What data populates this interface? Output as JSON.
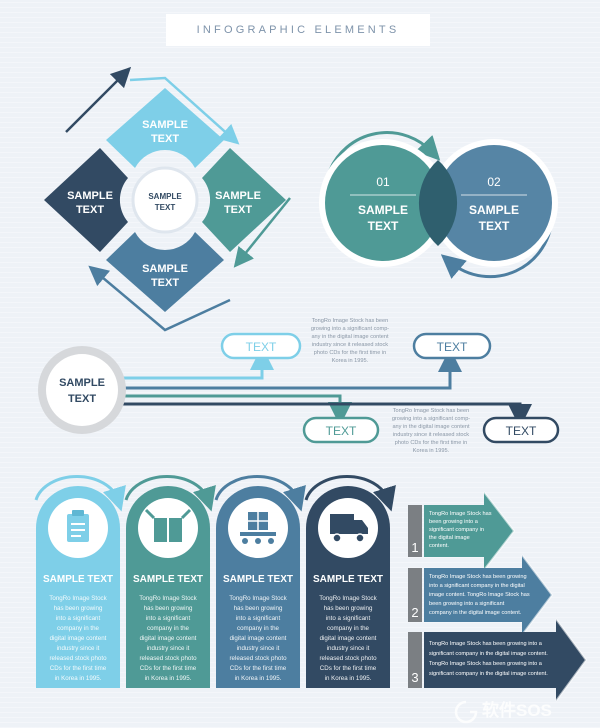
{
  "header": {
    "title": "INFOGRAPHIC ELEMENTS"
  },
  "diamond": {
    "top": [
      "SAMPLE",
      "TEXT"
    ],
    "left": [
      "SAMPLE",
      "TEXT"
    ],
    "right": [
      "SAMPLE",
      "TEXT"
    ],
    "bottom": [
      "SAMPLE",
      "TEXT"
    ],
    "center": [
      "SAMPLE",
      "TEXT"
    ]
  },
  "venn": {
    "left": {
      "number": "01",
      "label": [
        "SAMPLE",
        "TEXT"
      ]
    },
    "right": {
      "number": "02",
      "label": [
        "SAMPLE",
        "TEXT"
      ]
    }
  },
  "flow": {
    "origin": [
      "SAMPLE",
      "TEXT"
    ],
    "tags": [
      "TEXT",
      "TEXT",
      "TEXT",
      "TEXT"
    ],
    "paragraph_top": [
      "TongRo Image Stock has been",
      "growing into a significant comp-",
      "any in the digital image content",
      "industry since it released stock",
      "photo CDs for the first time in",
      "Korea in 1995."
    ],
    "paragraph_bottom": [
      "TongRo Image Stock has been",
      "growing into a significant comp-",
      "any in the digital image content",
      "industry since it released stock",
      "photo CDs for the first time in",
      "Korea in 1995."
    ]
  },
  "cards": [
    {
      "title": "SAMPLE TEXT",
      "icon": "clipboard-icon",
      "body": [
        "TongRo Image Stock",
        "has been growing",
        "into a significant",
        "company in the",
        "digital image content",
        "industry since it",
        "released stock photo",
        "CDs for the first time",
        "in Korea in 1995."
      ]
    },
    {
      "title": "SAMPLE TEXT",
      "icon": "box-icon",
      "body": [
        "TongRo Image Stock",
        "has been growing",
        "into a significant",
        "company in the",
        "digital image content",
        "industry since it",
        "released stock photo",
        "CDs for the first time",
        "in Korea in 1995."
      ]
    },
    {
      "title": "SAMPLE TEXT",
      "icon": "conveyor-icon",
      "body": [
        "TongRo Image Stock",
        "has been growing",
        "into a significant",
        "company in the",
        "digital image content",
        "industry since it",
        "released stock photo",
        "CDs for the first time",
        "in Korea in 1995."
      ]
    },
    {
      "title": "SAMPLE TEXT",
      "icon": "truck-icon",
      "body": [
        "TongRo Image Stock",
        "has been growing",
        "into a significant",
        "company in the",
        "digital image content",
        "industry since it",
        "released stock photo",
        "CDs for the first time",
        "in Korea in 1995."
      ]
    }
  ],
  "steps": [
    {
      "number": "1",
      "text": [
        "TongRo Image Stock has",
        "been growing into a",
        "significant company in",
        "the digital image",
        "content."
      ]
    },
    {
      "number": "2",
      "text": [
        "TongRo Image Stock has been growing",
        "into a significant company in the digital",
        "image content. TongRo Image Stock has",
        "been growing into a significant",
        "company in the digital image content."
      ]
    },
    {
      "number": "3",
      "text": [
        "TongRo Image Stock has been growing into a",
        "significant company in the digital image content.",
        "TongRo Image Stock has been growing into a",
        "significant company in the digital image content."
      ]
    }
  ],
  "watermark": {
    "text": "软件SOS"
  },
  "colors": {
    "light_blue": "#7ecfe8",
    "teal": "#4f9a96",
    "steel": "#4d7ea0",
    "navy": "#324a63",
    "gray": "#7b7f83"
  }
}
